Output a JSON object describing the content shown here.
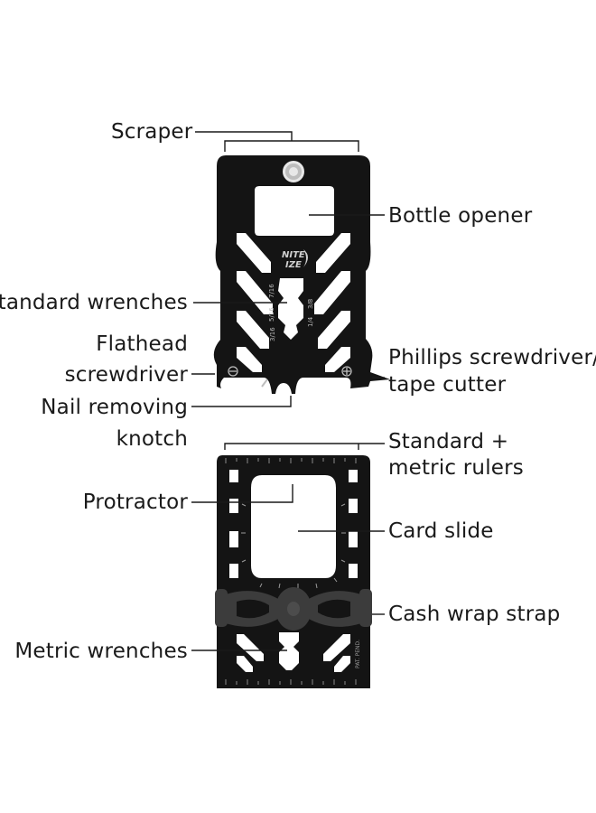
{
  "colors": {
    "tool": "#141414",
    "strap": "#3c3c3c",
    "line": "#1a1a1a",
    "background": "#ffffff",
    "engraving": "#8a8a8a"
  },
  "tool_top": {
    "logo": [
      "NITE",
      "IZE"
    ],
    "sizes": [
      "7/16",
      "3/8",
      "5/16",
      "1/4",
      "3/16"
    ]
  },
  "tool_bottom": {
    "marking": "PAT. PEND."
  },
  "labels": {
    "scraper": "Scraper",
    "bottle_opener": "Bottle opener",
    "standard_wrenches": "Standard wrenches",
    "flathead_line1": "Flathead",
    "flathead_line2": "screwdriver",
    "phillips_line1": "Phillips screwdriver/",
    "phillips_line2": "tape cutter",
    "nail_line1": "Nail removing",
    "nail_line2": "knotch",
    "rulers_line1": "Standard +",
    "rulers_line2": "metric rulers",
    "protractor": "Protractor",
    "card_slide": "Card slide",
    "cash_wrap": "Cash wrap strap",
    "metric_wrenches": "Metric wrenches"
  }
}
